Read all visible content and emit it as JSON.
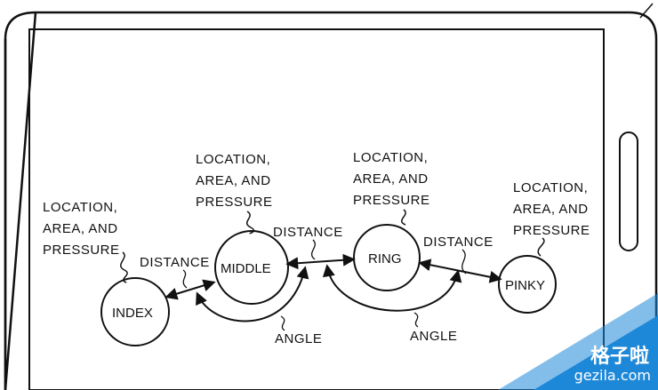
{
  "labels": {
    "index": "INDEX",
    "middle": "MIDDLE",
    "ring": "RING",
    "pinky": "PINKY",
    "location_1": "LOCATION,",
    "location_2": "AREA, AND",
    "location_3": "PRESSURE",
    "distance": "DISTANCE",
    "angle": "ANGLE"
  },
  "watermark": {
    "line1": "格子啦",
    "line2": "gezila.com",
    "color": "#1e88d8"
  },
  "colors": {
    "ink": "#111111",
    "background": "#ffffff"
  }
}
